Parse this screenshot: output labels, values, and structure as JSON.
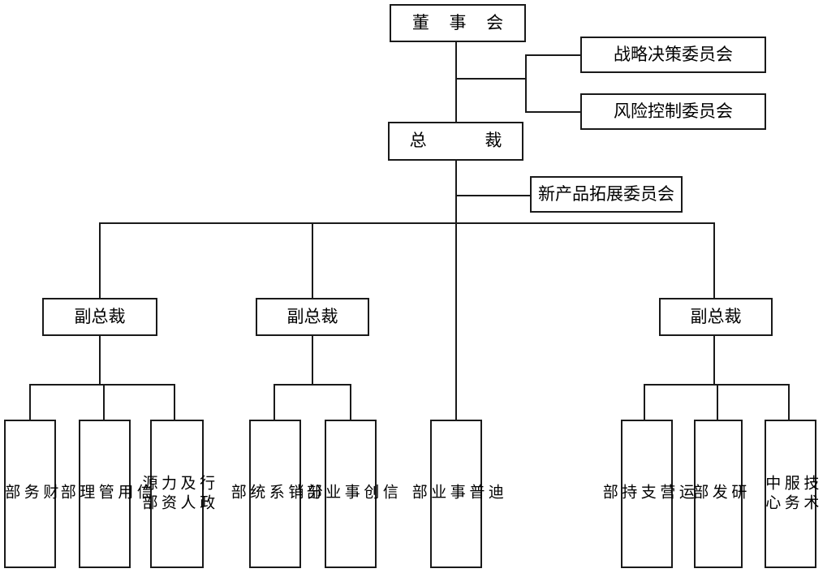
{
  "chart_title": "",
  "org_chart": {
    "type": "diagram",
    "diagram_kind": "organizational-chart",
    "line_color": "#1a1a1a",
    "background_color": "#ffffff",
    "levels": [
      {
        "level": 1,
        "nodes": [
          {
            "id": "board",
            "label": "董 事 会"
          }
        ]
      },
      {
        "level": 1,
        "side": "right",
        "nodes": [
          {
            "id": "strategy-committee",
            "label": "战略决策委员会"
          },
          {
            "id": "risk-committee",
            "label": "风险控制委员会"
          }
        ]
      },
      {
        "level": 2,
        "nodes": [
          {
            "id": "president",
            "label": "总    裁"
          }
        ]
      },
      {
        "level": 2,
        "side": "right",
        "nodes": [
          {
            "id": "newproduct-committee",
            "label": "新产品拓展委员会"
          }
        ]
      },
      {
        "level": 3,
        "nodes": [
          {
            "id": "vp-1",
            "label": "副总裁"
          },
          {
            "id": "vp-2",
            "label": "副总裁"
          },
          {
            "id": "vp-3",
            "label": "副总裁"
          }
        ]
      },
      {
        "level": 4,
        "nodes": [
          {
            "id": "dept-finance",
            "label": "财\n务\n部",
            "parent": "vp-1"
          },
          {
            "id": "dept-credit",
            "label": "信\n用\n管\n理\n部",
            "parent": "vp-1"
          },
          {
            "id": "dept-hr",
            "label": "行政\n及人\n力资\n源部",
            "parent": "vp-1"
          },
          {
            "id": "dept-distrib",
            "label": "分\n销\n系\n统\n部",
            "parent": "vp-2"
          },
          {
            "id": "dept-xinchuang",
            "label": "信\n创\n事\n业\n部",
            "parent": "vp-2"
          },
          {
            "id": "dept-dptech",
            "label": "迪\n普\n事\n业\n部",
            "parent": "president"
          },
          {
            "id": "dept-ops",
            "label": "运\n营\n支\n持\n部",
            "parent": "vp-3"
          },
          {
            "id": "dept-rd",
            "label": "研\n发\n部",
            "parent": "vp-3"
          },
          {
            "id": "dept-service",
            "label": "技术\n服务\n中心",
            "parent": "vp-3"
          }
        ]
      }
    ],
    "labels": {
      "board": "董 事 会",
      "strategy_committee": "战略决策委员会",
      "risk_committee": "风险控制委员会",
      "president": "总    裁",
      "newproduct_committee": "新产品拓展委员会",
      "vp_1": "副总裁",
      "vp_2": "副总裁",
      "vp_3": "副总裁",
      "dept_finance": "财\n务\n部",
      "dept_credit": "信\n用\n管\n理\n部",
      "dept_hr": "行政\n及人\n力资\n源部",
      "dept_distribution": "分\n销\n系\n统\n部",
      "dept_xinchuang": "信\n创\n事\n业\n部",
      "dept_dptech": "迪\n普\n事\n业\n部",
      "dept_operations": "运\n营\n支\n持\n部",
      "dept_rd": "研\n发\n部",
      "dept_service_center": "技术\n服务\n中心"
    }
  }
}
